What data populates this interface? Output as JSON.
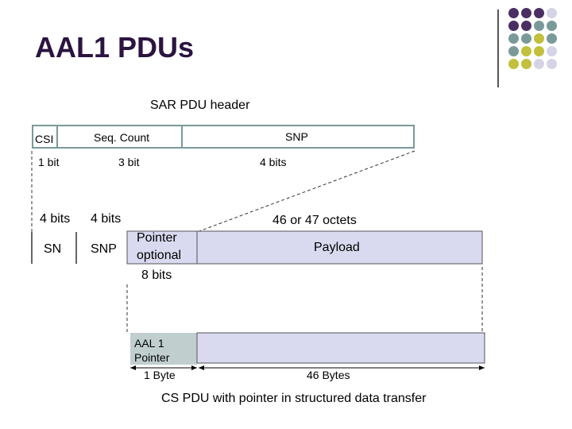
{
  "slide": {
    "title": "AAL1 PDUs",
    "caption": "CS PDU with pointer in structured data transfer"
  },
  "sar_header": {
    "label": "SAR PDU header",
    "fields": {
      "csi": "CSI",
      "seq_count": "Seq. Count",
      "snp": "SNP"
    },
    "sizes": {
      "csi": "1 bit",
      "seq_count": "3 bit",
      "snp": "4 bits"
    }
  },
  "sar_pdu": {
    "size_sn": "4 bits",
    "size_snp": "4 bits",
    "size_payload": "46 or 47 octets",
    "fields": {
      "sn": "SN",
      "snp": "SNP",
      "pointer_line1": "Pointer",
      "pointer_line2": "optional",
      "payload": "Payload"
    },
    "pointer_size": "8 bits"
  },
  "cs_pdu": {
    "pointer_line1": "AAL 1",
    "pointer_line2": "Pointer",
    "size_pointer": "1 Byte",
    "size_data": "46 Bytes"
  },
  "colors": {
    "title": "#2b1440",
    "header_box": "#7a9999",
    "payload_fill": "#d9d9f0",
    "pointer_fill": "#c0cece",
    "dot_purple": "#4a2f63",
    "dot_teal": "#7a9a9a",
    "dot_olive": "#c2c03c",
    "dot_lavender": "#d4d4e6"
  }
}
